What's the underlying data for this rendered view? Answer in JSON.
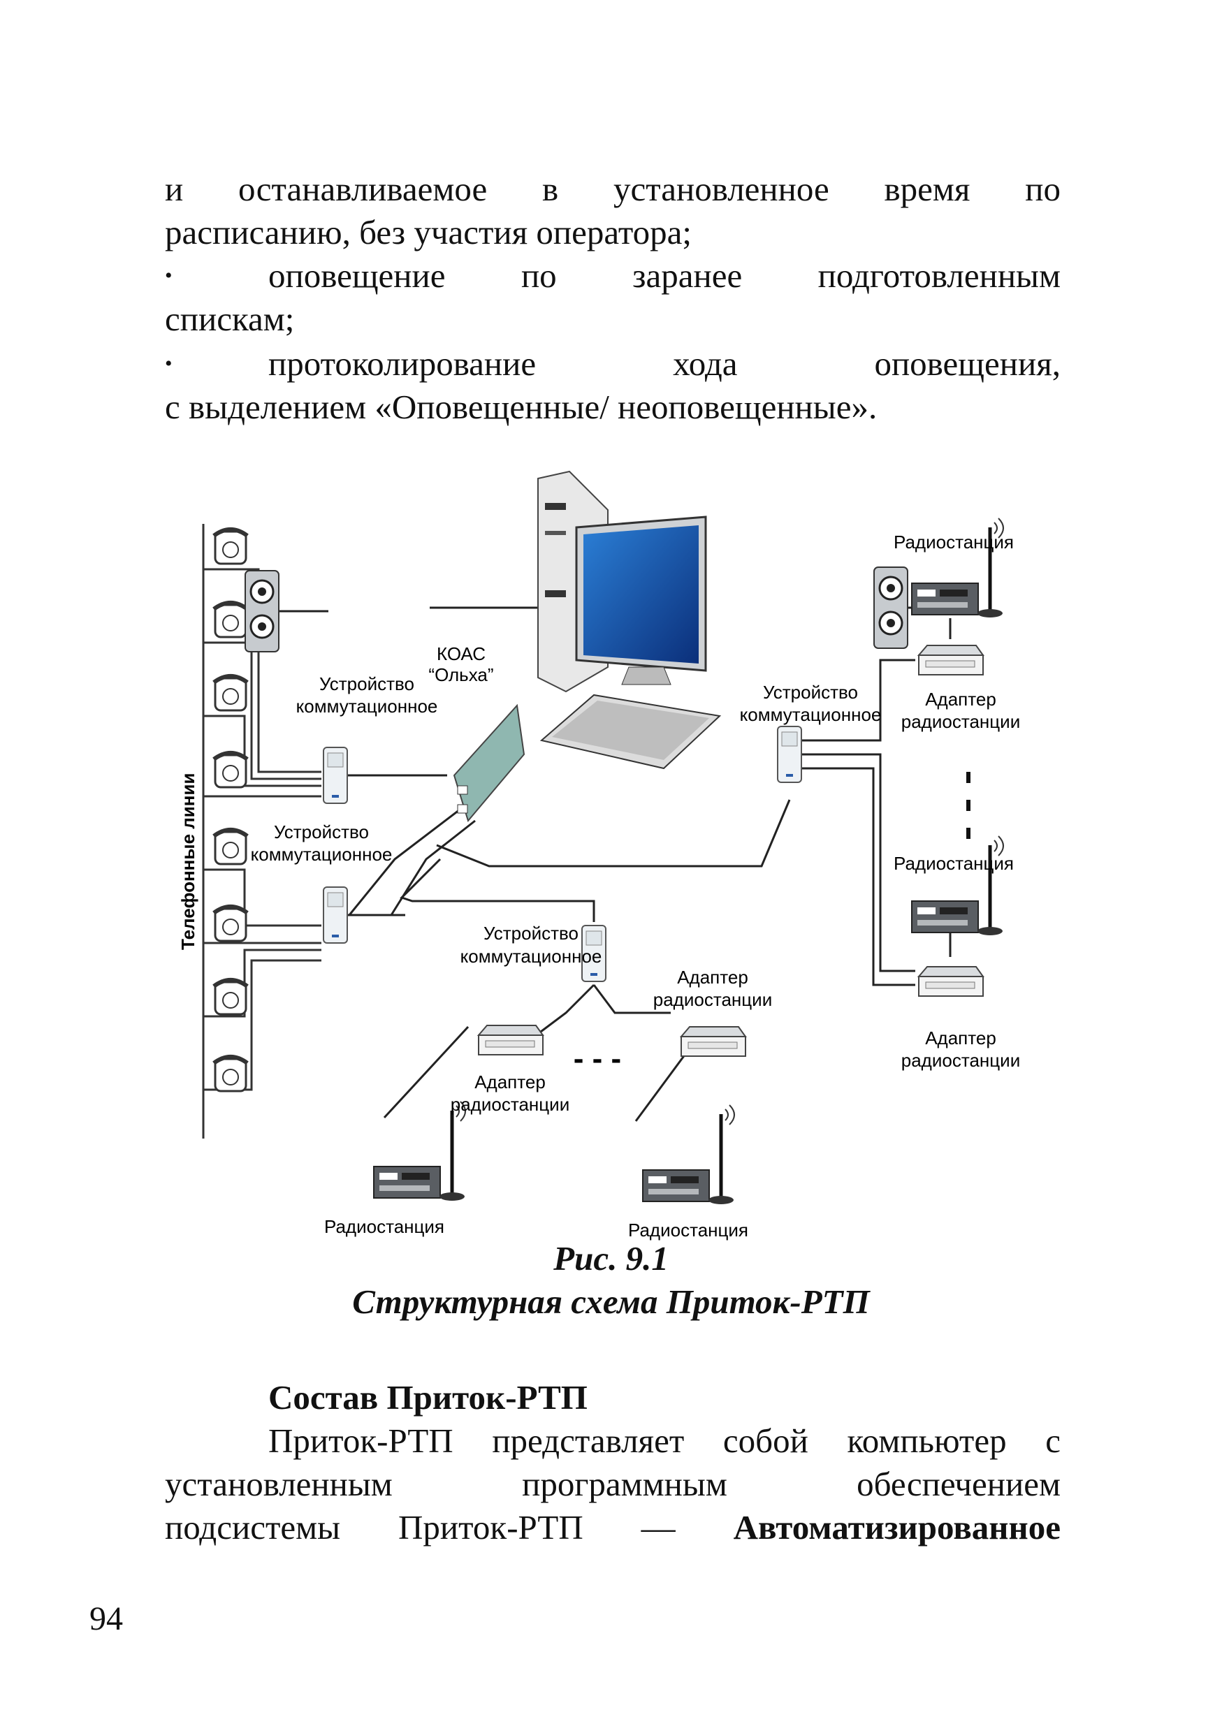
{
  "text_top": {
    "p1_line1": "и останавливаемое в установленное время по",
    "p1_line2": "расписанию, без участия оператора;",
    "b1_line1": "оповещение по заранее подготовленным",
    "b1_line2": "спискам;",
    "b2_line1": "протоколирование хода оповещения,",
    "b2_line2": "с выделением «Оповещенные/ неоповещенные».",
    "bullet_glyph": "•"
  },
  "figure": {
    "label_telephone_lines": "Телефонные линии",
    "label_koas_1": "КОАС",
    "label_koas_2": "“Ольха”",
    "label_switch_1": "Устройство",
    "label_switch_2": "коммутационное",
    "label_radio": "Радиостанция",
    "label_adapter_1": "Адаптер",
    "label_adapter_2": "радиостанции",
    "ellipsis_h": "- - -",
    "ellipsis_v": "⋮"
  },
  "caption": {
    "line1": "Рис. 9.1",
    "line2": "Структурная схема Приток-РТП"
  },
  "section": {
    "heading": "Состав Приток-РТП",
    "line1": "Приток-РТП представляет собой компьютер с",
    "line2": "установленным программным обеспечением",
    "line3_normal": "подсистемы Приток-РТП —",
    "line3_bold": "Автоматизированное"
  },
  "page_number": "94"
}
